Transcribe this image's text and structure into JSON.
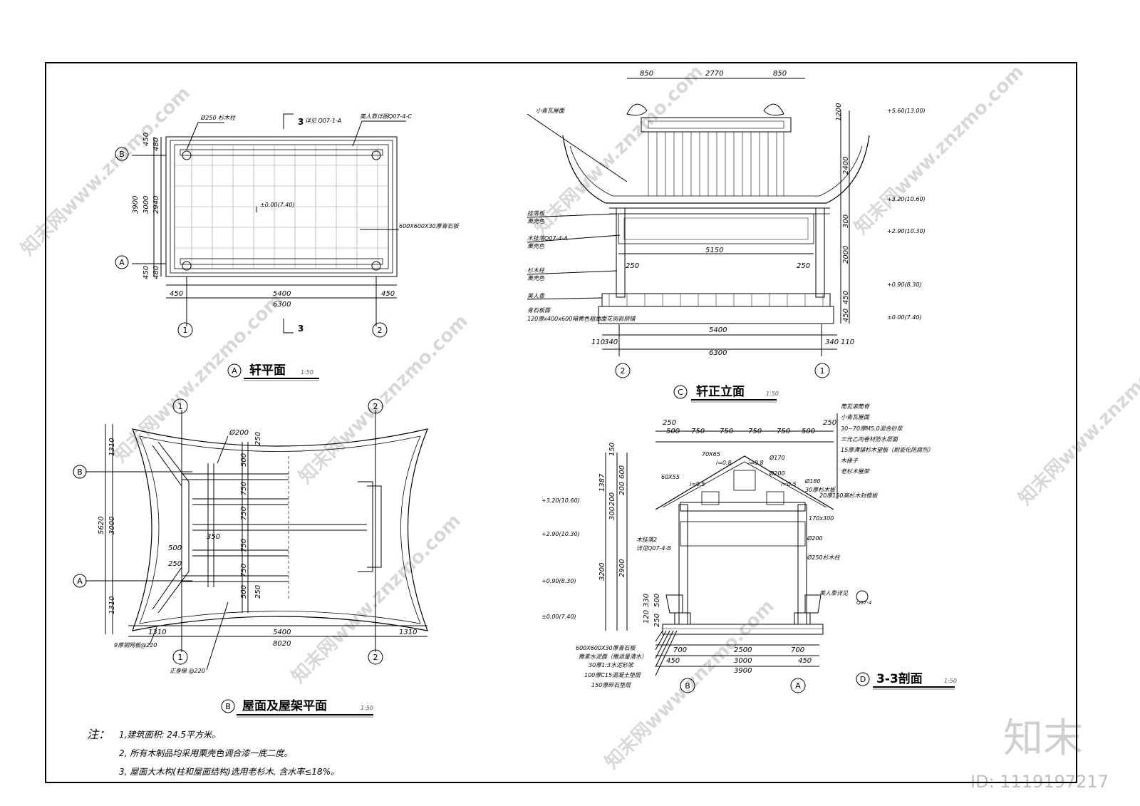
{
  "watermark": {
    "text": "知末网www.znzmo.com",
    "logo": "知末",
    "id": "ID: 1119197217"
  },
  "views": {
    "a": {
      "marker": "A",
      "title": "轩平面",
      "scale": "1:50",
      "section_mark": "3",
      "labels": [
        "Ø250 杉木柱",
        "详见 Q07-1-A",
        "美人靠详图Q07-4-C",
        "±0.00(7.40)",
        "600X600X30厚青石板"
      ],
      "dims_v": [
        "450",
        "3900",
        "3000",
        "2940",
        "450",
        "480",
        "480"
      ],
      "dims_h": [
        "450",
        "5400",
        "450",
        "6300"
      ],
      "axes": [
        "B",
        "A",
        "1",
        "2"
      ]
    },
    "b": {
      "marker": "B",
      "title": "屋面及屋架平面",
      "scale": "1:50",
      "labels": [
        "Ø200",
        "9厚钢网板@220",
        "正身椽 @220"
      ],
      "dims": [
        "1310",
        "5620",
        "3000",
        "1310",
        "500",
        "750",
        "750",
        "750",
        "750",
        "500",
        "250",
        "250",
        "350",
        "500",
        "250",
        "1310",
        "5400",
        "1310",
        "8020"
      ],
      "axes": [
        "B",
        "A",
        "1",
        "2"
      ]
    },
    "c": {
      "marker": "C",
      "title": "轩正立面",
      "scale": "1:50",
      "labels": [
        "小青瓦屋面",
        "挂落板",
        "栗壳色",
        "木挂落Q07-4-A",
        "栗壳色",
        "杉木柱",
        "栗壳色",
        "美人靠",
        "青石板面",
        "120厚x400x600暗黄色粗凿面花岗岩侧铺"
      ],
      "dims_top": [
        "850",
        "2770",
        "850"
      ],
      "dims_right": [
        "1200",
        "2400",
        "300",
        "2000",
        "450",
        "450"
      ],
      "elev": [
        "+5.60(13.00)",
        "+3.20(10.60)",
        "+2.90(10.30)",
        "+0.90(8.30)",
        "±0.00(7.40)"
      ],
      "dims_inner": [
        "5150",
        "250",
        "250"
      ],
      "dims_bottom": [
        "110",
        "340",
        "5400",
        "340",
        "110",
        "6300"
      ],
      "axes": [
        "2",
        "1"
      ]
    },
    "d": {
      "marker": "D",
      "title": "3-3剖面",
      "scale": "1:50",
      "labels_top": [
        "筒瓦滚筒脊",
        "小青瓦屋面",
        "30~70厚M5.0混合砂浆",
        "三元乙丙卷材防水层面",
        "15厚满铺杉木望板（刷瓷化防腐剂）",
        "木椽子",
        "老杉木屋架"
      ],
      "labels": [
        "70X65",
        "i=0.8",
        "i=0.8",
        "Ø170",
        "60X55",
        "i=0.5",
        "Ø200",
        "i=0.5",
        "Ø180",
        "30厚杉木板",
        "20厚150高杉木封檐板",
        "170x300",
        "木挂落2",
        "详见Q07-4-B",
        "Ø200",
        "Ø250杉木柱",
        "美人靠详见",
        "Q07-4"
      ],
      "dims_top": [
        "250",
        "500",
        "750",
        "750",
        "750",
        "750",
        "500",
        "250"
      ],
      "dims_left": [
        "150",
        "600",
        "1387",
        "200",
        "200",
        "300",
        "3200",
        "2900",
        "330",
        "500",
        "120",
        "250"
      ],
      "elev": [
        "+3.20(10.60)",
        "+2.90(10.30)",
        "+0.90(8.30)",
        "±0.00(7.40)"
      ],
      "floor_layers": [
        "600X600X30厚青石板",
        "撒素水泥面（撒适量清水）",
        "30厚1:3水泥砂浆",
        "100厚C15混凝土垫层",
        "150厚碎石垫层"
      ],
      "dims_bottom": [
        "700",
        "2500",
        "700",
        "450",
        "3000",
        "450",
        "3900"
      ],
      "axes": [
        "B",
        "A"
      ]
    }
  },
  "notes": {
    "label": "注：",
    "items": [
      "1,建筑面积: 24.5平方米。",
      "2, 所有木制品均采用栗壳色调合漆一底二度。",
      "3, 屋面大木构(柱和屋面结构)选用老杉木, 含水率≤18%。"
    ]
  }
}
